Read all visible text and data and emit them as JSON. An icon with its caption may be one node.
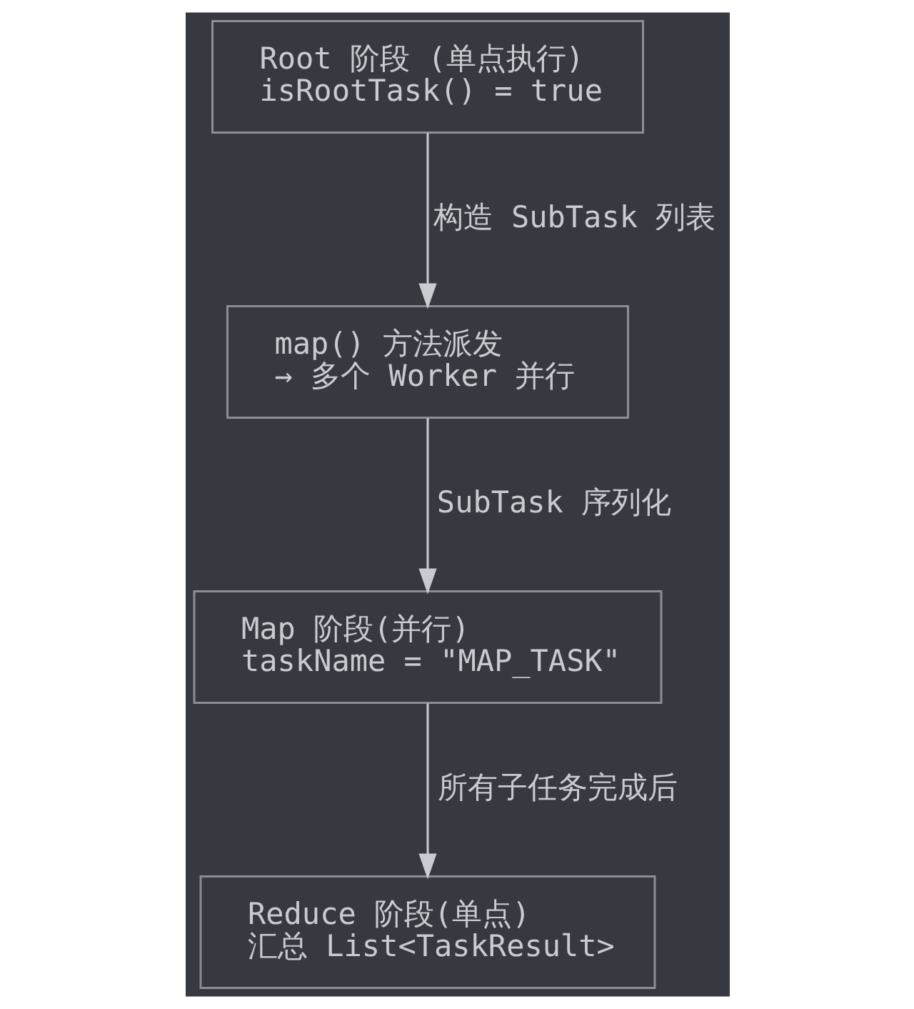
{
  "diagram": {
    "nodes": [
      {
        "text": [
          "Root 阶段 (单点执行)",
          "isRootTask() = true"
        ]
      },
      {
        "text": [
          "map() 方法派发",
          "→ 多个 Worker 并行"
        ]
      },
      {
        "text": [
          "Map 阶段(并行)",
          "taskName = \"MAP_TASK\""
        ]
      },
      {
        "text": [
          "Reduce 阶段(单点)",
          "汇总 List<TaskResult>"
        ]
      }
    ],
    "edges": [
      {
        "from": 0,
        "to": 1,
        "arrow": "to",
        "label": "构造 SubTask 列表"
      },
      {
        "from": 1,
        "to": 2,
        "arrow": "to",
        "label": "SubTask 序列化"
      },
      {
        "from": 2,
        "to": 3,
        "arrow": "to",
        "label": "所有子任务完成后"
      }
    ]
  }
}
